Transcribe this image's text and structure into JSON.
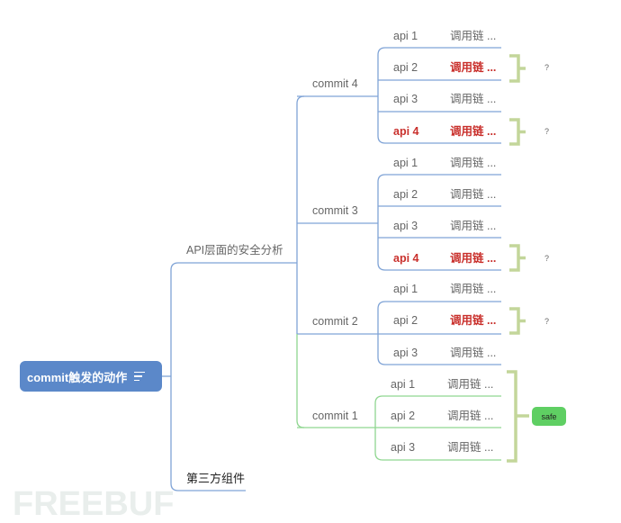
{
  "root": {
    "label": "commit触发的动作",
    "icon": "notes-icon"
  },
  "branches": {
    "api_analysis": "API层面的安全分析",
    "third_party": "第三方组件"
  },
  "commits": [
    {
      "label": "commit 4",
      "apis": [
        {
          "api": "api 1",
          "chain": "调用链 ...",
          "flagged": false
        },
        {
          "api": "api 2",
          "chain": "调用链 ...",
          "flagged": "chain"
        },
        {
          "api": "api 3",
          "chain": "调用链 ...",
          "flagged": false
        },
        {
          "api": "api 4",
          "chain": "调用链 ...",
          "flagged": "both"
        }
      ]
    },
    {
      "label": "commit 3",
      "apis": [
        {
          "api": "api 1",
          "chain": "调用链 ...",
          "flagged": false
        },
        {
          "api": "api 2",
          "chain": "调用链 ...",
          "flagged": false
        },
        {
          "api": "api 3",
          "chain": "调用链 ...",
          "flagged": false
        },
        {
          "api": "api 4",
          "chain": "调用链 ...",
          "flagged": "both"
        }
      ]
    },
    {
      "label": "commit 2",
      "apis": [
        {
          "api": "api 1",
          "chain": "调用链 ...",
          "flagged": false
        },
        {
          "api": "api 2",
          "chain": "调用链 ...",
          "flagged": "chain"
        },
        {
          "api": "api 3",
          "chain": "调用链 ...",
          "flagged": false
        }
      ]
    },
    {
      "label": "commit 1",
      "apis": [
        {
          "api": "api 1",
          "chain": "调用链 ...",
          "flagged": false
        },
        {
          "api": "api 2",
          "chain": "调用链 ...",
          "flagged": false
        },
        {
          "api": "api 3",
          "chain": "调用链 ...",
          "flagged": false
        }
      ]
    }
  ],
  "annotations": {
    "q1": "?",
    "q2": "?",
    "q3": "?",
    "q4": "?",
    "safe": "safe"
  },
  "watermark": "FREEBUF",
  "colors": {
    "blue": "#7fa3d6",
    "green": "#8fd690",
    "bracket": "#c3d69a",
    "red": "#c9302c",
    "root": "#5b88c9",
    "safe": "#5fcf63"
  }
}
